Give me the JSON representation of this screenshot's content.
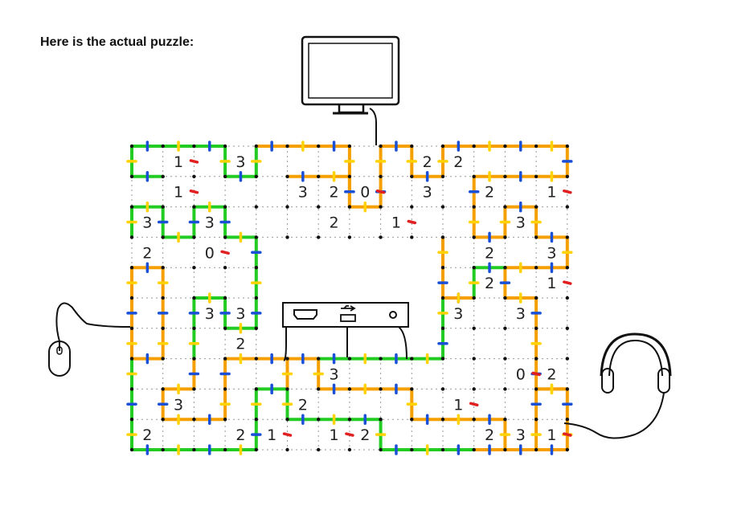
{
  "heading": "Here is the actual puzzle:",
  "grid": {
    "cols": 14,
    "rows": 10
  },
  "colors": {
    "dots": "#111111",
    "gridline": "#9a9a9a",
    "loop_green": "#22cc22",
    "loop_orange": "#f5a000",
    "mark_blue": "#1a4fd8",
    "mark_red": "#e02020",
    "mark_yellow": "#ffd200",
    "mark_pink": "#ee88dd",
    "device": "#111111"
  },
  "clues": [
    {
      "r": 0,
      "c": 1,
      "v": "1"
    },
    {
      "r": 0,
      "c": 3,
      "v": "3"
    },
    {
      "r": 0,
      "c": 9,
      "v": "2"
    },
    {
      "r": 0,
      "c": 10,
      "v": "2"
    },
    {
      "r": 1,
      "c": 1,
      "v": "1"
    },
    {
      "r": 1,
      "c": 5,
      "v": "3"
    },
    {
      "r": 1,
      "c": 6,
      "v": "2"
    },
    {
      "r": 1,
      "c": 7,
      "v": "0"
    },
    {
      "r": 1,
      "c": 9,
      "v": "3"
    },
    {
      "r": 1,
      "c": 11,
      "v": "2"
    },
    {
      "r": 1,
      "c": 13,
      "v": "1"
    },
    {
      "r": 2,
      "c": 0,
      "v": "3"
    },
    {
      "r": 2,
      "c": 2,
      "v": "3"
    },
    {
      "r": 2,
      "c": 6,
      "v": "2"
    },
    {
      "r": 2,
      "c": 8,
      "v": "1"
    },
    {
      "r": 2,
      "c": 12,
      "v": "3"
    },
    {
      "r": 3,
      "c": 0,
      "v": "2"
    },
    {
      "r": 3,
      "c": 2,
      "v": "0"
    },
    {
      "r": 3,
      "c": 11,
      "v": "2"
    },
    {
      "r": 3,
      "c": 13,
      "v": "3"
    },
    {
      "r": 4,
      "c": 11,
      "v": "2"
    },
    {
      "r": 4,
      "c": 13,
      "v": "1"
    },
    {
      "r": 5,
      "c": 2,
      "v": "3"
    },
    {
      "r": 5,
      "c": 3,
      "v": "3"
    },
    {
      "r": 5,
      "c": 10,
      "v": "3"
    },
    {
      "r": 5,
      "c": 12,
      "v": "3"
    },
    {
      "r": 6,
      "c": 3,
      "v": "2"
    },
    {
      "r": 7,
      "c": 6,
      "v": "3"
    },
    {
      "r": 7,
      "c": 12,
      "v": "0"
    },
    {
      "r": 7,
      "c": 13,
      "v": "2"
    },
    {
      "r": 8,
      "c": 1,
      "v": "3"
    },
    {
      "r": 8,
      "c": 5,
      "v": "2"
    },
    {
      "r": 8,
      "c": 10,
      "v": "1"
    },
    {
      "r": 9,
      "c": 0,
      "v": "2"
    },
    {
      "r": 9,
      "c": 3,
      "v": "2"
    },
    {
      "r": 9,
      "c": 4,
      "v": "1"
    },
    {
      "r": 9,
      "c": 6,
      "v": "1"
    },
    {
      "r": 9,
      "c": 7,
      "v": "2"
    },
    {
      "r": 9,
      "c": 11,
      "v": "2"
    },
    {
      "r": 9,
      "c": 12,
      "v": "3"
    },
    {
      "r": 9,
      "c": 13,
      "v": "1"
    }
  ],
  "hole": {
    "c0": 4,
    "r0": 3,
    "c1": 10,
    "r1": 7
  },
  "loops": [
    {
      "color": "loop_green",
      "pts": [
        [
          0,
          0
        ],
        [
          3,
          0
        ],
        [
          3,
          1
        ],
        [
          4,
          1
        ],
        [
          4,
          0
        ]
      ]
    },
    {
      "color": "loop_orange",
      "pts": [
        [
          4,
          0
        ],
        [
          7,
          0
        ],
        [
          7,
          2
        ],
        [
          8,
          2
        ],
        [
          8,
          0
        ],
        [
          9,
          0
        ],
        [
          9,
          1
        ],
        [
          10,
          1
        ],
        [
          10,
          0
        ],
        [
          14,
          0
        ],
        [
          14,
          1
        ],
        [
          11,
          1
        ],
        [
          11,
          3
        ],
        [
          12,
          3
        ],
        [
          12,
          2
        ],
        [
          13,
          2
        ],
        [
          13,
          3
        ],
        [
          14,
          3
        ],
        [
          14,
          4
        ],
        [
          12,
          4
        ],
        [
          12,
          5
        ],
        [
          13,
          5
        ],
        [
          13,
          8
        ],
        [
          14,
          8
        ],
        [
          14,
          10
        ],
        [
          11,
          10
        ]
      ]
    },
    {
      "color": "loop_green",
      "pts": [
        [
          0,
          0
        ],
        [
          0,
          1
        ],
        [
          1,
          1
        ]
      ]
    },
    {
      "color": "loop_green",
      "pts": [
        [
          0,
          2
        ],
        [
          1,
          2
        ],
        [
          1,
          3
        ],
        [
          2,
          3
        ],
        [
          2,
          2
        ],
        [
          3,
          2
        ],
        [
          3,
          3
        ],
        [
          4,
          3
        ],
        [
          4,
          6
        ],
        [
          3,
          6
        ],
        [
          3,
          5
        ],
        [
          2,
          5
        ],
        [
          2,
          7
        ]
      ]
    },
    {
      "color": "loop_orange",
      "pts": [
        [
          5,
          1
        ],
        [
          7,
          1
        ],
        [
          7,
          2
        ]
      ]
    },
    {
      "color": "loop_green",
      "pts": [
        [
          0,
          2
        ],
        [
          0,
          3
        ]
      ]
    },
    {
      "color": "loop_orange",
      "pts": [
        [
          0,
          4
        ],
        [
          1,
          4
        ],
        [
          1,
          7
        ],
        [
          0,
          7
        ],
        [
          0,
          4
        ]
      ]
    },
    {
      "color": "loop_orange",
      "pts": [
        [
          2,
          7
        ],
        [
          2,
          8
        ],
        [
          1,
          8
        ],
        [
          1,
          9
        ],
        [
          3,
          9
        ],
        [
          3,
          7
        ],
        [
          5,
          7
        ]
      ]
    },
    {
      "color": "loop_green",
      "pts": [
        [
          0,
          7
        ],
        [
          0,
          10
        ],
        [
          4,
          10
        ],
        [
          4,
          8
        ],
        [
          5,
          8
        ],
        [
          5,
          9
        ],
        [
          8,
          9
        ],
        [
          8,
          10
        ],
        [
          11,
          10
        ]
      ]
    },
    {
      "color": "loop_orange",
      "pts": [
        [
          5,
          8
        ],
        [
          5,
          7
        ],
        [
          6,
          7
        ],
        [
          6,
          8
        ],
        [
          9,
          8
        ],
        [
          9,
          9
        ],
        [
          12,
          9
        ],
        [
          12,
          10
        ],
        [
          13,
          10
        ],
        [
          13,
          8
        ],
        [
          14,
          8
        ]
      ]
    },
    {
      "color": "loop_green",
      "pts": [
        [
          6,
          7
        ],
        [
          10,
          7
        ],
        [
          10,
          5
        ],
        [
          11,
          5
        ],
        [
          11,
          4
        ],
        [
          12,
          4
        ]
      ]
    },
    {
      "color": "loop_orange",
      "pts": [
        [
          10,
          3
        ],
        [
          10,
          5
        ],
        [
          11,
          5
        ]
      ]
    }
  ],
  "peripherals": {
    "monitor": "monitor-icon",
    "mouse": "mouse-icon",
    "headphones": "headphones-icon",
    "console_ports": [
      "hdmi-port-icon",
      "usb-port-icon",
      "audio-jack-icon"
    ]
  }
}
